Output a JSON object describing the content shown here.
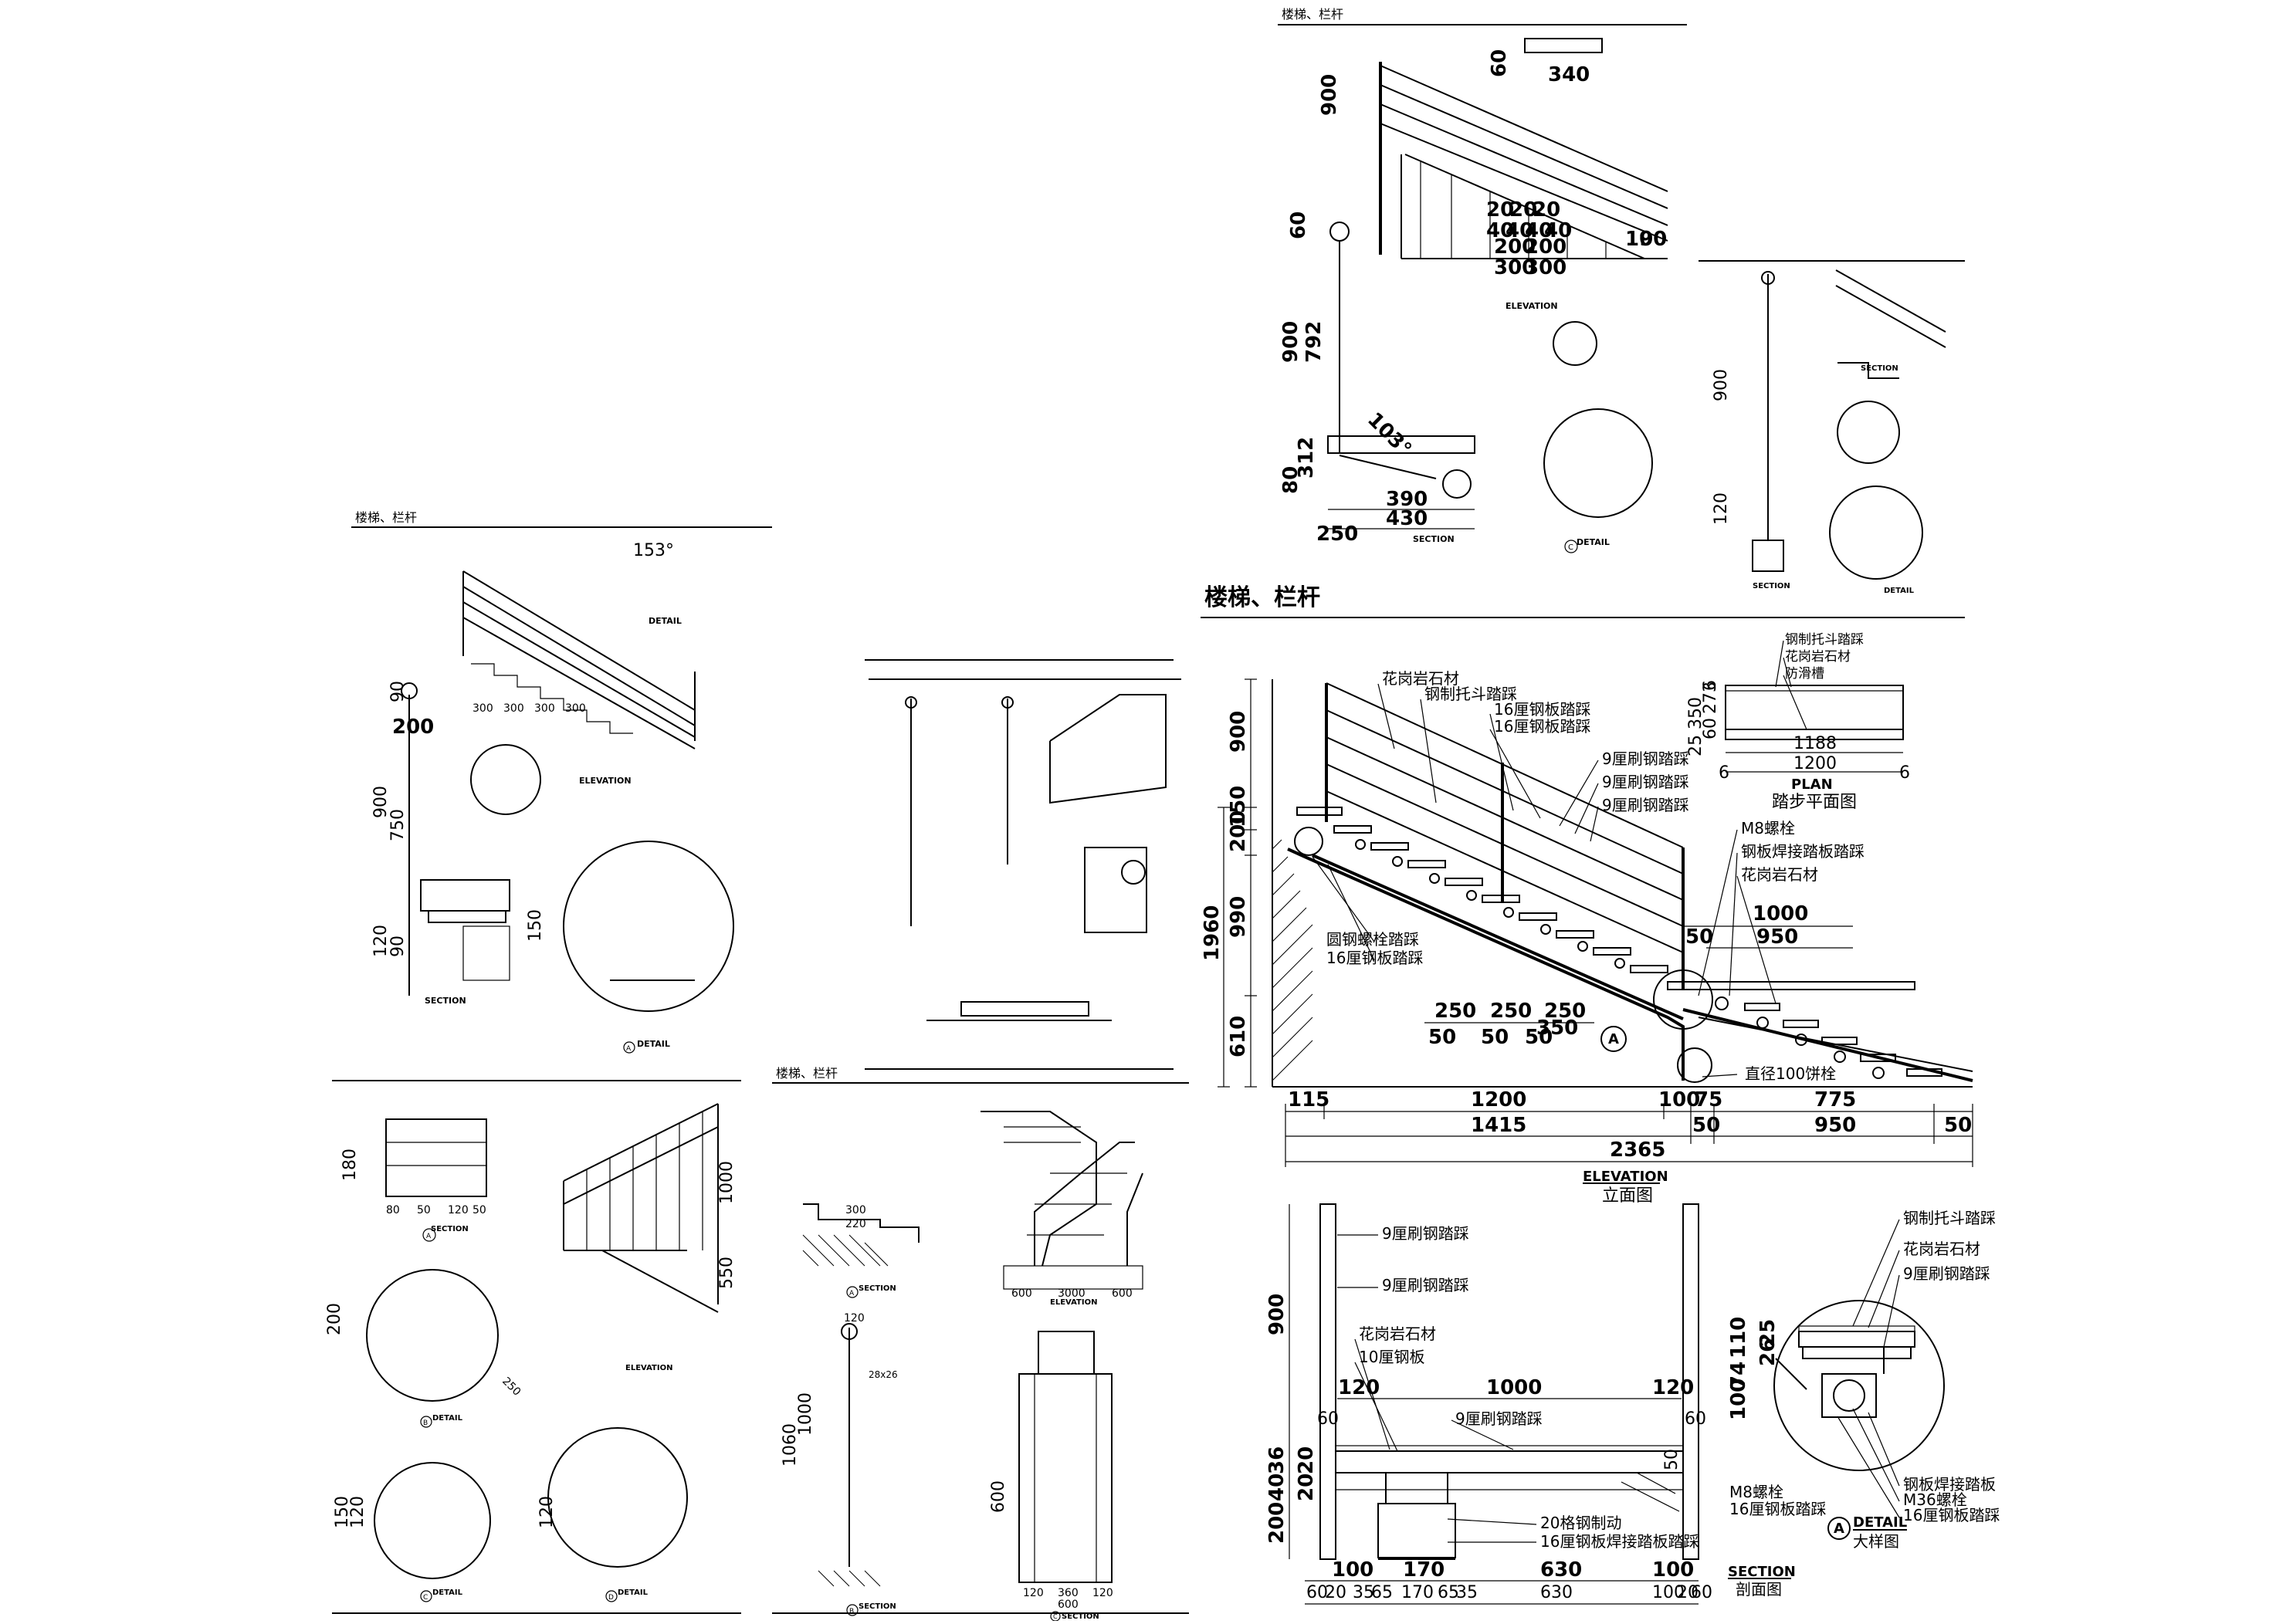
{
  "section_titles": {
    "top_center": "楼梯、栏杆",
    "mid_left": "楼梯、栏杆",
    "bottom_center": "楼梯、栏杆",
    "right_main": "楼梯、栏杆"
  },
  "main_elevation": {
    "labels_top": [
      "花岗岩石材",
      "钢制托斗踏踩",
      "16厘钢板踏踩",
      "16厘钢板踏踩",
      "9厘刷钢踏踩",
      "9厘刷钢踏踩",
      "9厘刷钢踏踩"
    ],
    "labels_left": [
      "圆钢螺栓踏踩",
      "16厘钢板踏踩"
    ],
    "labels_right": [
      "M8螺栓",
      "钢板焊接踏板踏踩",
      "花岗岩石材"
    ],
    "pin_label": "直径100饼栓",
    "dims_left": [
      "900",
      "150",
      "200",
      "990",
      "1960",
      "610"
    ],
    "dims_inner": [
      "1000",
      "950",
      "50"
    ],
    "dims_tread": [
      "250",
      "250",
      "250",
      "50",
      "50",
      "50",
      "350"
    ],
    "dims_bottom_row1": [
      "115",
      "1200",
      "100",
      "75",
      "775"
    ],
    "dims_bottom_row2": [
      "1415",
      "50",
      "950",
      "50"
    ],
    "dims_bottom_total": "2365",
    "caption_en": "ELEVATION",
    "caption_cn": "立面图",
    "marker": "A"
  },
  "plan_detail": {
    "labels": [
      "钢制托斗踏踩",
      "花岗岩石材",
      "防滑槽"
    ],
    "dims_side": [
      "350",
      "60",
      "273",
      "6",
      "25"
    ],
    "dim_inner": "1188",
    "dim_outer": "1200",
    "dims_ends": [
      "6",
      "6"
    ],
    "caption_en": "PLAN",
    "caption_cn": "踏步平面图"
  },
  "section_detail": {
    "labels_left": [
      "9厘刷钢踏踩",
      "9厘刷钢踏踩"
    ],
    "labels_inner": [
      "花岗岩石材",
      "10厘钢板",
      "9厘刷钢踏踩"
    ],
    "labels_bottom": [
      "M8螺栓",
      "16厘钢板踏踩",
      "20格钢制动",
      "16厘钢板焊接踏板踏踩"
    ],
    "dims_top": [
      "120",
      "1000",
      "120"
    ],
    "dims_side": [
      "60",
      "60"
    ],
    "dims_left": [
      "900",
      "36",
      "40",
      "20",
      "20",
      "200"
    ],
    "dims_right": "50",
    "dims_bottom": [
      "60",
      "20",
      "35",
      "65",
      "170",
      "65",
      "35",
      "630",
      "100",
      "20",
      "60"
    ],
    "dims_bottom_main": [
      "100",
      "170",
      "630",
      "100"
    ],
    "caption_en": "SECTION",
    "caption_cn": "剖面图"
  },
  "detail_a": {
    "labels": [
      "钢制托斗踏踩",
      "花岗岩石材",
      "9厘刷钢踏踩",
      "钢板焊接踏板",
      "M36螺栓",
      "16厘钢板踏踩"
    ],
    "dims": [
      "110",
      "74",
      "25",
      "26",
      "100"
    ],
    "caption_en": "DETAIL",
    "caption_cn": "大样图",
    "marker": "A"
  },
  "top_center_drawing": {
    "dims_top": [
      "60",
      "340"
    ],
    "dims_left": [
      "900",
      "60",
      "792",
      "900",
      "103°",
      "80",
      "312"
    ],
    "dims_mid": [
      "20",
      "20",
      "20",
      "40",
      "40",
      "40",
      "40",
      "200",
      "200",
      "300",
      "300"
    ],
    "dims_right": [
      "90",
      "10"
    ],
    "dims_bottom": [
      "390",
      "430",
      "250"
    ],
    "caption_elev": "ELEVATION",
    "caption_sect": "SECTION",
    "caption_det": "DETAIL",
    "marker": "C"
  },
  "left_top_drawing": {
    "dims": [
      "153°",
      "300",
      "300",
      "300",
      "300",
      "200",
      "900",
      "750",
      "120",
      "90",
      "90",
      "150"
    ],
    "captions": [
      "ELEVATION",
      "SECTION",
      "DETAIL",
      "DETAIL"
    ],
    "marker": "A"
  },
  "left_bottom_drawing": {
    "dims": [
      "180",
      "80",
      "50",
      "120",
      "50",
      "200",
      "250",
      "1000",
      "550",
      "150",
      "120",
      "120"
    ],
    "captions": [
      "SECTION",
      "ELEVATION",
      "DETAIL",
      "DETAIL",
      "DETAIL"
    ],
    "markers": [
      "A",
      "B",
      "C",
      "D"
    ]
  },
  "bottom_center_drawing": {
    "dims": [
      "300",
      "220",
      "600",
      "3000",
      "600",
      "120",
      "360",
      "120",
      "600",
      "120",
      "28x26",
      "1000",
      "1060",
      "600"
    ],
    "captions": [
      "ELEVATION",
      "SECTION",
      "SECTION",
      "SECTION"
    ],
    "markers": [
      "A",
      "B",
      "C"
    ]
  },
  "small_right_drawing": {
    "captions": [
      "SECTION",
      "SECTION",
      "DETAIL"
    ],
    "dims": [
      "900",
      "120"
    ]
  }
}
